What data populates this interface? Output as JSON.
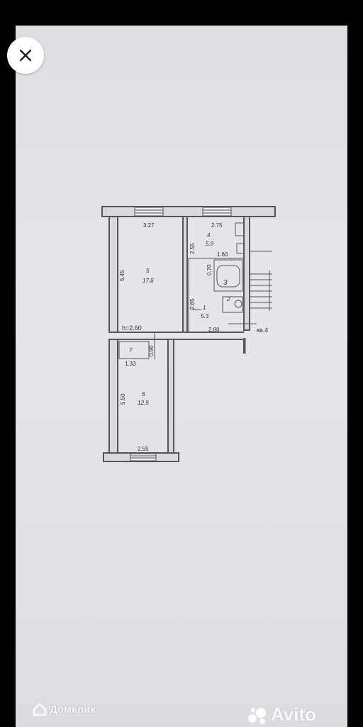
{
  "viewer": {
    "close_icon": "close-icon"
  },
  "floorplan": {
    "dimensions": {
      "room5_width": "3.27",
      "room4_width": "2.75",
      "room5_height": "5.45",
      "room4_height": "2.55",
      "bath_width": "1.60",
      "bath_height": "0.70",
      "hall_height": "2.85",
      "hall_width": "2.80",
      "ceiling_height": "h=2.60",
      "closet_height": "0.90",
      "closet_width": "1.33",
      "room6_height": "5.50",
      "room6_width": "2.55",
      "unit_label": "кв.4"
    },
    "rooms": [
      {
        "number": "5",
        "area": "17.8"
      },
      {
        "number": "4",
        "area": "5.9"
      },
      {
        "number": "3",
        "area": ""
      },
      {
        "number": "2",
        "area": ""
      },
      {
        "number": "1",
        "area": "5.3"
      },
      {
        "number": "7",
        "area": ""
      },
      {
        "number": "6",
        "area": "12.9"
      }
    ]
  },
  "watermarks": {
    "left": "Домклик",
    "right": "Avito"
  }
}
